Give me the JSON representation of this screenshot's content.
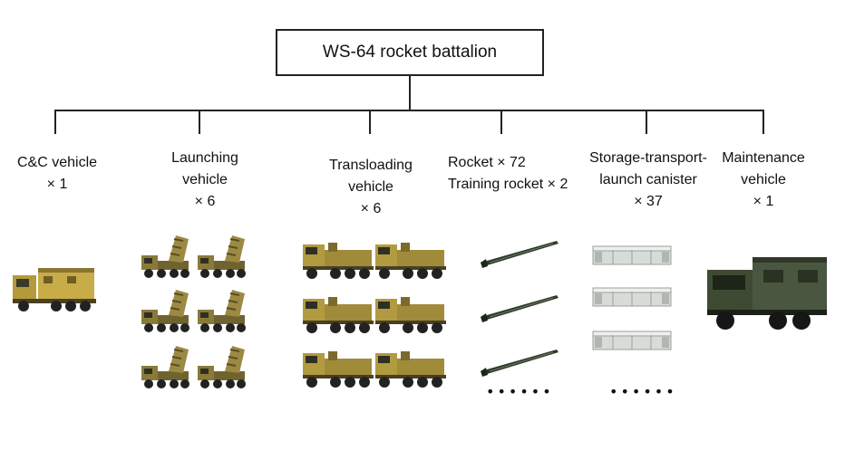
{
  "root": {
    "title": "WS-64 rocket battalion"
  },
  "components": [
    {
      "lines": [
        "C&C vehicle",
        "× 1"
      ],
      "icon": "command-truck-icon"
    },
    {
      "lines": [
        "Launching",
        "vehicle",
        "× 6"
      ],
      "icon": "launcher-truck-icon"
    },
    {
      "lines": [
        "Transloading",
        "vehicle",
        "× 6"
      ],
      "icon": "transloader-truck-icon"
    },
    {
      "lines": [
        "Rocket × 72",
        "Training rocket × 2"
      ],
      "icon": "rocket-icon"
    },
    {
      "lines": [
        "Storage-transport-",
        "launch canister",
        "× 37"
      ],
      "icon": "canister-icon"
    },
    {
      "lines": [
        "Maintenance",
        "vehicle",
        "× 1"
      ],
      "icon": "maintenance-truck-icon"
    }
  ],
  "ellipsis": "••••••",
  "colors": {
    "tan": "#b59a3c",
    "tanDark": "#6f5e23",
    "olive": "#3f4a33",
    "oliveDark": "#262d20",
    "canister": "#d8dcd8",
    "line": "#222222"
  }
}
